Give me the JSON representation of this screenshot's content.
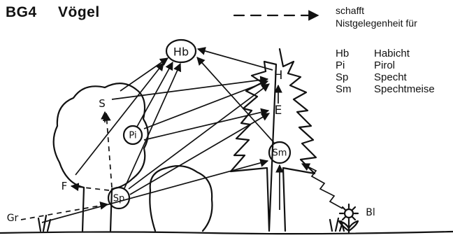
{
  "header": {
    "code": "BG4",
    "title": "Vögel"
  },
  "legend": {
    "line1": "schafft",
    "line2": "Nistgelegenheit für",
    "style": "dashed-arrow"
  },
  "abbreviations": [
    {
      "code": "Hb",
      "name": "Habicht"
    },
    {
      "code": "Pi",
      "name": "Pirol"
    },
    {
      "code": "Sp",
      "name": "Specht"
    },
    {
      "code": "Sm",
      "name": "Spechtmeise"
    }
  ],
  "nodes": {
    "hb": "Hb",
    "pi": "Pi",
    "sp": "Sp",
    "sm": "Sm",
    "s": "S",
    "h": "H",
    "e": "E",
    "f": "F",
    "gr": "Gr",
    "bl": "Bl"
  }
}
